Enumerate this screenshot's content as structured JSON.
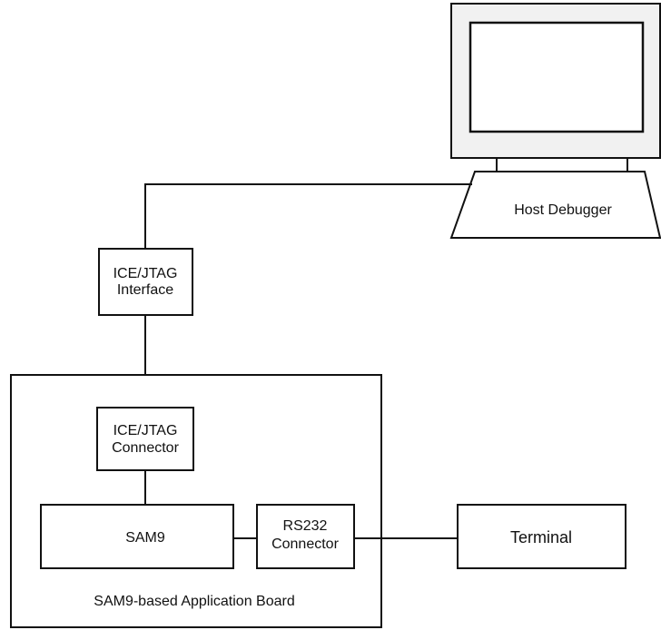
{
  "diagram": {
    "host": {
      "label": "Host Debugger"
    },
    "interface": {
      "line1": "ICE/JTAG",
      "line2": "Interface"
    },
    "board": {
      "label": "SAM9-based Application Board"
    },
    "connector": {
      "line1": "ICE/JTAG",
      "line2": "Connector"
    },
    "sam9": {
      "label": "SAM9"
    },
    "rs232": {
      "line1": "RS232",
      "line2": "Connector"
    },
    "terminal": {
      "label": "Terminal"
    }
  }
}
